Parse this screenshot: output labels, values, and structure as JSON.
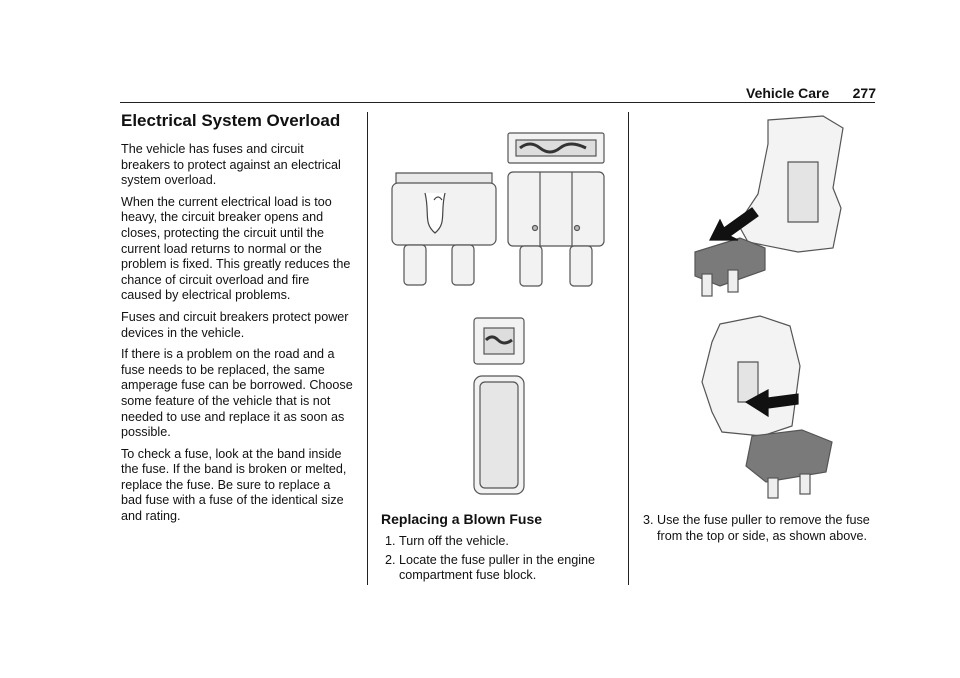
{
  "header": {
    "section": "Vehicle Care",
    "page_number": "277"
  },
  "left_column": {
    "heading": "Electrical System Overload",
    "paragraphs": [
      "The vehicle has fuses and circuit breakers to protect against an electrical system overload.",
      "When the current electrical load is too heavy, the circuit breaker opens and closes, protecting the circuit until the current load returns to normal or the problem is fixed. This greatly reduces the chance of circuit overload and fire caused by electrical problems.",
      "Fuses and circuit breakers protect power devices in the vehicle.",
      "If there is a problem on the road and a fuse needs to be replaced, the same amperage fuse can be borrowed. Choose some feature of the vehicle that is not needed to use and replace it as soon as possible.",
      "To check a fuse, look at the band inside the fuse. If the band is broken or melted, replace the fuse. Be sure to replace a bad fuse with a fuse of the identical size and rating."
    ]
  },
  "middle_column": {
    "heading": "Replacing a Blown Fuse",
    "steps": [
      {
        "num": "1.",
        "text": "Turn off the vehicle."
      },
      {
        "num": "2.",
        "text": "Locate the fuse puller in the engine compartment fuse block."
      }
    ]
  },
  "right_column": {
    "steps": [
      {
        "num": "3.",
        "text": "Use the fuse puller to remove the fuse from the top or side, as shown above."
      }
    ]
  },
  "colors": {
    "text": "#111111",
    "rule": "#222222",
    "fuse_light": "#f2f2f2",
    "fuse_dark": "#6a6a6a"
  }
}
